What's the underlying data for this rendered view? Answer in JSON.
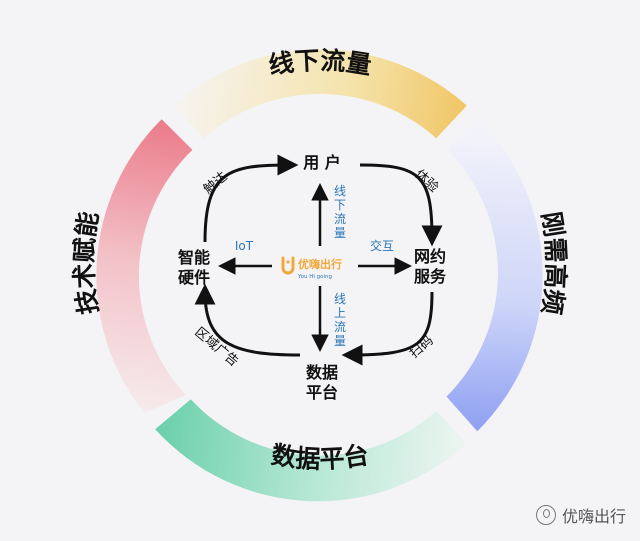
{
  "ring": {
    "top": "线下流量",
    "right": "刚需高频",
    "bottom": "数据平台",
    "left": "技术赋能"
  },
  "nodes": {
    "top": "用 户",
    "right_line1": "网约",
    "right_line2": "服务",
    "bottom_line1": "数据",
    "bottom_line2": "平台",
    "left_line1": "智能",
    "left_line2": "硬件"
  },
  "edges": {
    "top_left": "触达",
    "top_right": "体验",
    "bottom_right": "扫码",
    "bottom_left": "区域广告"
  },
  "center": {
    "offline_flow": "线下流量",
    "online_flow": "线上流量",
    "interact": "交互",
    "iot": "IoT",
    "logo_cn": "优嗨出行",
    "logo_en": "You Hi going"
  },
  "watermark": "优嗨出行",
  "colors": {
    "top": "#f2d487",
    "right": "#a9b8f4",
    "bottom": "#8fd9c0",
    "left": "#ef8f9a",
    "logo": "#f1a73c",
    "logo_text": "#2a76b8"
  }
}
